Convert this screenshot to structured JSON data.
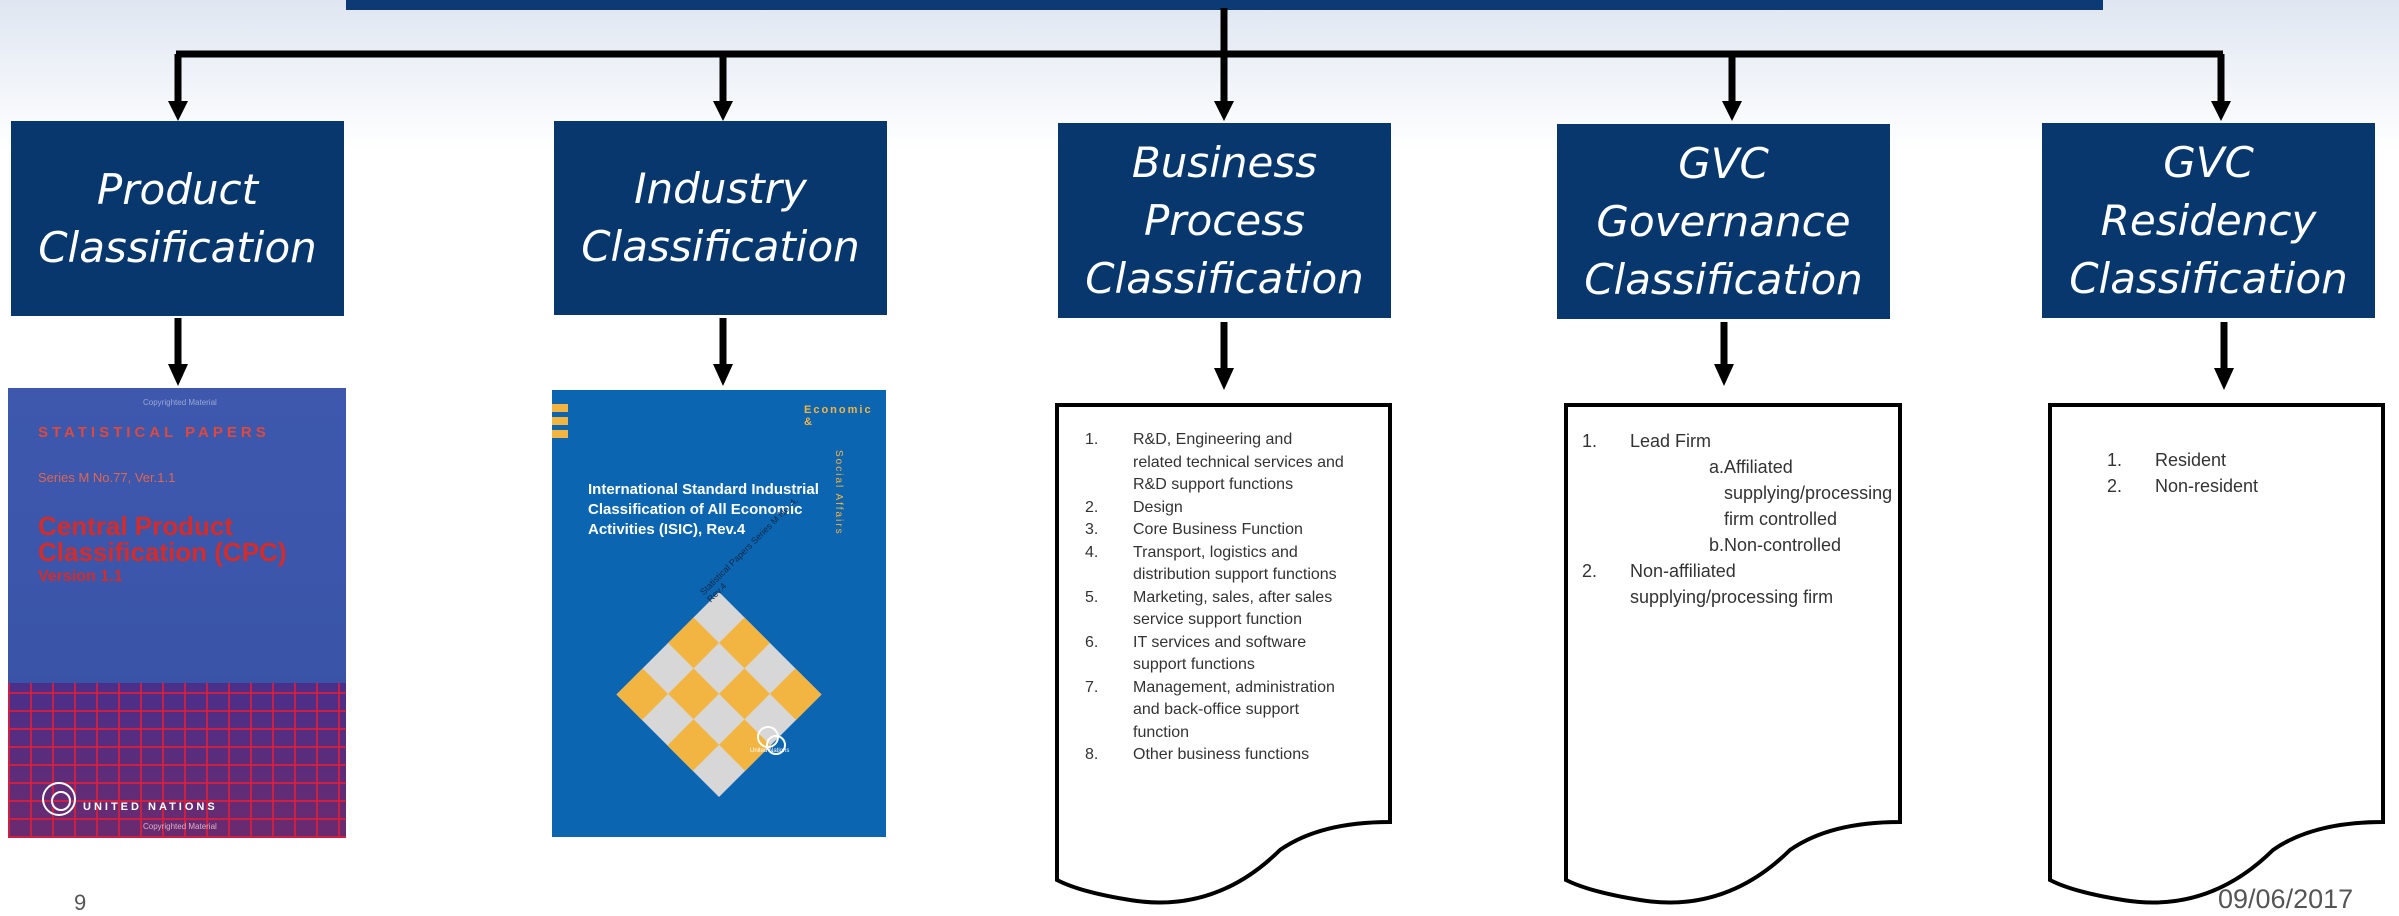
{
  "boxes": [
    {
      "lines": [
        "Product",
        "Classification"
      ]
    },
    {
      "lines": [
        "Industry",
        "Classification"
      ]
    },
    {
      "lines": [
        "Business",
        "Process",
        "Classification"
      ]
    },
    {
      "lines": [
        "GVC",
        "Governance",
        "Classification"
      ]
    },
    {
      "lines": [
        "GVC",
        "Residency",
        "Classification"
      ]
    }
  ],
  "cpc_cover": {
    "copyright": "Copyrighted Material",
    "series_header": "STATISTICAL PAPERS",
    "series": "Series M  No.77, Ver.1.1",
    "title_line1": "Central Product",
    "title_line2": "Classification (CPC)",
    "version": "Version 1.1",
    "publisher": "UNITED NATIONS"
  },
  "isic_cover": {
    "corner": "Economic &",
    "vertical": "Social Affairs",
    "title": "International Standard Industrial Classification of All Economic Activities (ISIC), Rev.4",
    "diagonal": "Statistical Papers   Series M  No. 4, Rev.4",
    "publisher": "United Nations"
  },
  "business_process": [
    {
      "n": "1.",
      "text": "R&D, Engineering and related technical services and R&D support functions"
    },
    {
      "n": "2.",
      "text": "Design"
    },
    {
      "n": "3.",
      "text": "Core Business Function"
    },
    {
      "n": "4.",
      "text": "Transport, logistics and distribution support functions"
    },
    {
      "n": "5.",
      "text": "Marketing, sales, after sales service support function"
    },
    {
      "n": "6.",
      "text": "IT services and software support functions"
    },
    {
      "n": "7.",
      "text": "Management, administration and back-office support function"
    },
    {
      "n": "8.",
      "text": "Other business functions"
    }
  ],
  "governance": {
    "item1_n": "1.",
    "item1": "Lead Firm",
    "sub_a_marker": "a.",
    "sub_a": "Affiliated supplying/processing firm controlled",
    "sub_b_marker": "b.",
    "sub_b": "Non-controlled",
    "item2_n": "2.",
    "item2": "Non-affiliated supplying/processing firm"
  },
  "residency": [
    {
      "n": "1.",
      "text": "Resident"
    },
    {
      "n": "2.",
      "text": "Non-resident"
    }
  ],
  "footer": {
    "page": "9",
    "date": "09/06/2017"
  },
  "colors": {
    "box": "#08376e",
    "topbar": "#0b3a75",
    "cpc_cover": "#3d58ad",
    "isic_cover": "#0b65b0",
    "isic_accent": "#f3b542"
  }
}
